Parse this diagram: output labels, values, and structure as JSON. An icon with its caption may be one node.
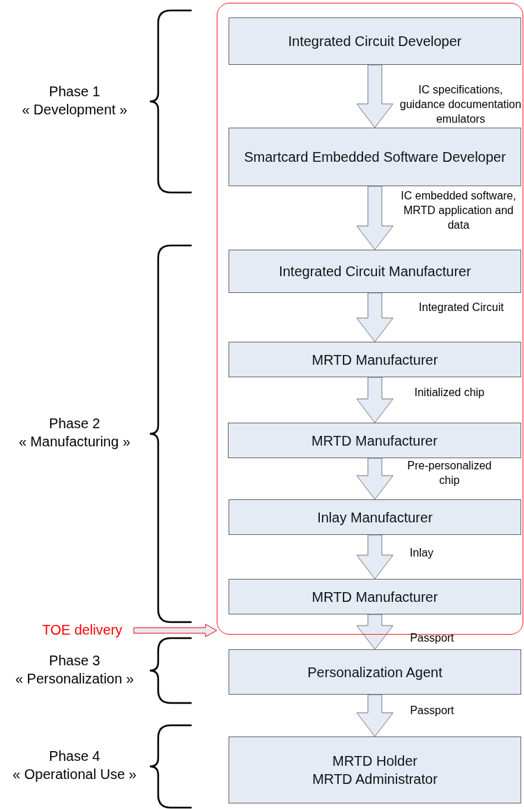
{
  "diagram": {
    "nodes": [
      {
        "text": [],
        "shape": "box"
      },
      {
        "text": [
          "Integrated Circuit Developer"
        ],
        "in": 0
      },
      {
        "text": [
          "Smartcard Embedded Software Developer"
        ],
        "in": 0
      },
      {
        "text": [
          "Integrated Circuit Manufacturer"
        ],
        "in": 0
      },
      {
        "text": [
          "MRTD Manufacturer"
        ],
        "in": 0
      },
      {
        "text": [
          "MRTD Manufacturer"
        ],
        "in": 0
      },
      {
        "text": [
          "Inlay Manufacturer"
        ],
        "in": 0
      },
      {
        "text": [
          "MRTD Manufacturer"
        ],
        "in": 0
      },
      {
        "text": [
          "TOE delivery"
        ]
      },
      {
        "text": [
          "Personalization Agent"
        ]
      },
      {
        "text": [
          "MRTD Holder",
          "MRTD Administrator"
        ]
      }
    ],
    "edges": [
      {
        "from": 1,
        "to": 2,
        "arrow": "to",
        "label": "IC specifications, guidance documentation emulators"
      },
      {
        "from": 2,
        "to": 3,
        "arrow": "to",
        "label": "IC embedded software, MRTD application and data"
      },
      {
        "from": 3,
        "to": 4,
        "arrow": "to",
        "label": "Integrated Circuit"
      },
      {
        "from": 4,
        "to": 5,
        "arrow": "to",
        "label": "Initialized chip"
      },
      {
        "from": 5,
        "to": 6,
        "arrow": "to",
        "label": "Pre-personalized chip"
      },
      {
        "from": 6,
        "to": 7,
        "arrow": "to",
        "label": "Inlay"
      },
      {
        "from": 7,
        "to": 9,
        "arrow": "to",
        "label": "Passport"
      },
      {
        "from": 9,
        "to": 10,
        "arrow": "to",
        "label": "Passport"
      },
      {
        "from": 8,
        "to": 0,
        "arrow": "to",
        "color": "#ff0000"
      }
    ],
    "labels": [
      "Phase 1",
      "« Development »",
      "Phase 2",
      "« Manufacturing »",
      "Phase 3",
      "« Personalization »",
      "Phase 4",
      "« Operational Use »"
    ]
  }
}
